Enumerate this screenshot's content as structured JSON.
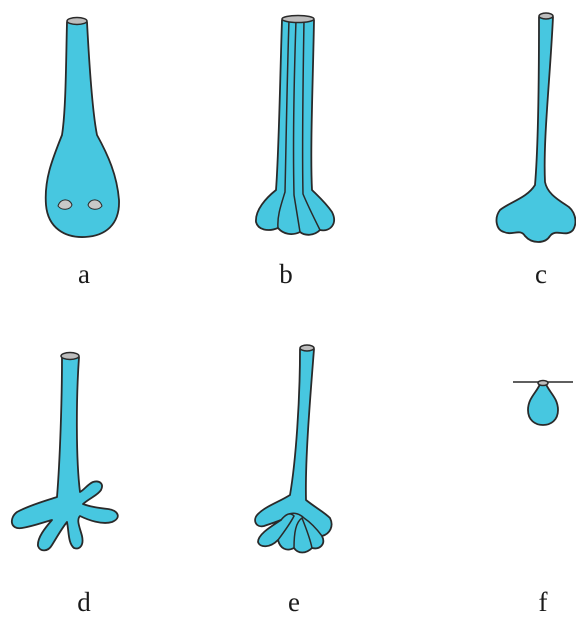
{
  "panels": [
    {
      "label": "a",
      "icon": "bulbous-tube-with-holes"
    },
    {
      "label": "b",
      "icon": "bundled-tubes-with-lobes"
    },
    {
      "label": "c",
      "icon": "tube-with-flared-lobed-base"
    },
    {
      "label": "d",
      "icon": "tube-with-branched-base"
    },
    {
      "label": "e",
      "icon": "tube-with-clustered-lobes"
    },
    {
      "label": "f",
      "icon": "small-bulb-on-line"
    }
  ],
  "colors": {
    "fill": "#47c7e0",
    "stroke": "#2a2a2a",
    "cap": "#bdbdbd"
  }
}
